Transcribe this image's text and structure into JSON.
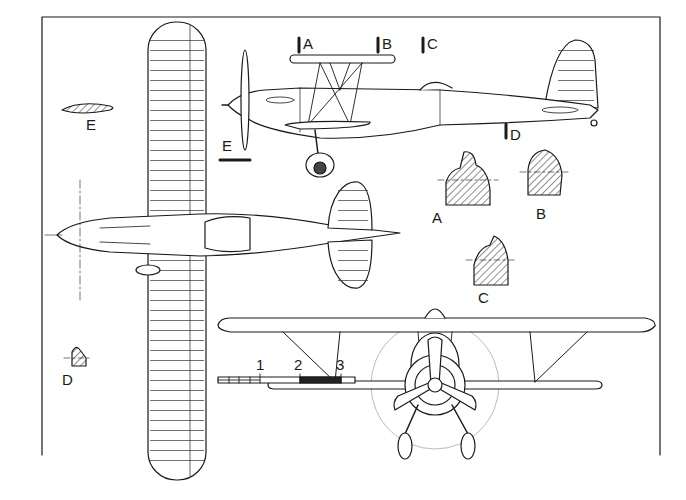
{
  "diagram": {
    "labels": [
      "A",
      "B",
      "C",
      "D",
      "E",
      "E",
      "A",
      "B",
      "C",
      "D",
      "1",
      "2",
      "3"
    ]
  }
}
